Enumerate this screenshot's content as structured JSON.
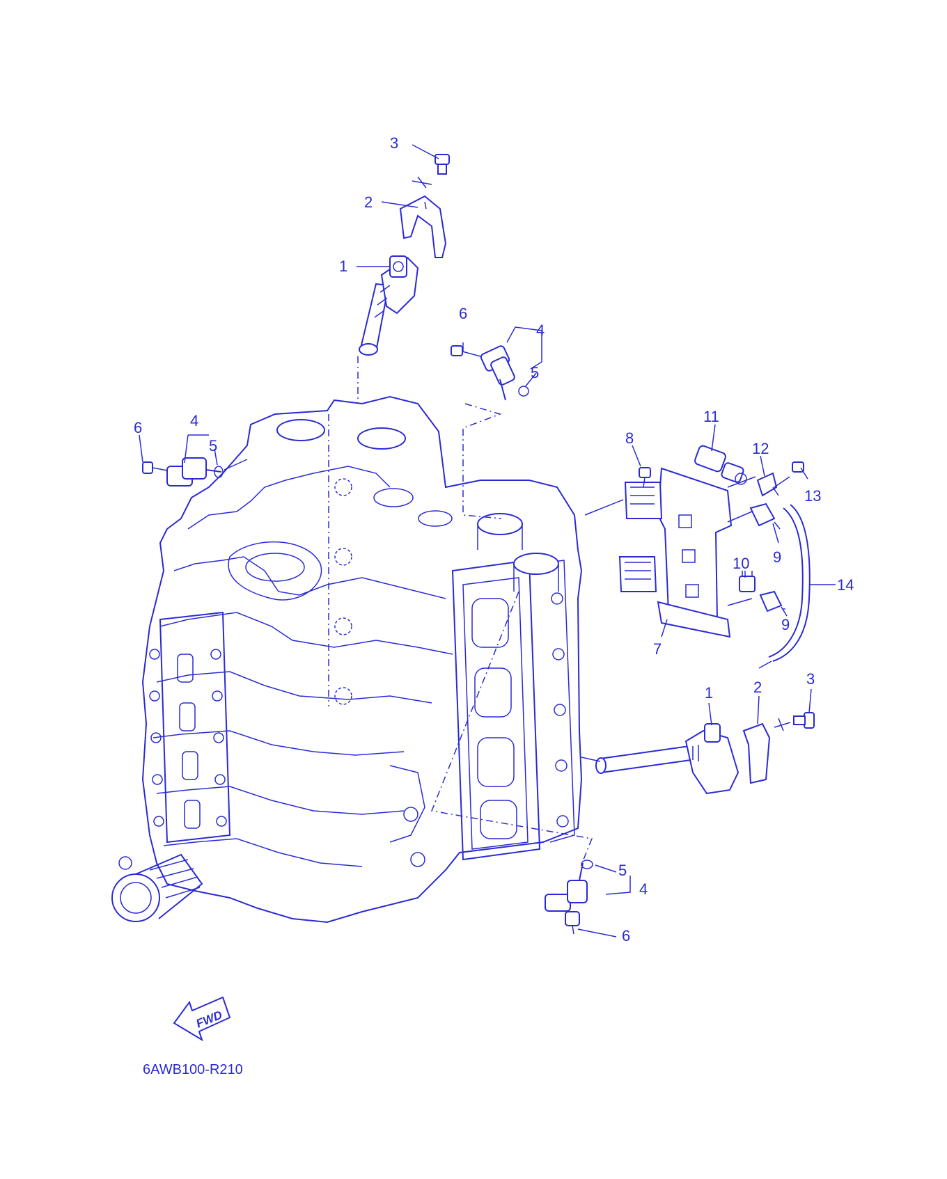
{
  "diagram": {
    "ink_color": "#2a2ad4",
    "background": "#ffffff",
    "callouts": [
      {
        "id": "c-3-top",
        "label": "3"
      },
      {
        "id": "c-2-top",
        "label": "2"
      },
      {
        "id": "c-1-top",
        "label": "1"
      },
      {
        "id": "c-6-mid",
        "label": "6"
      },
      {
        "id": "c-4-mid",
        "label": "4"
      },
      {
        "id": "c-5-mid",
        "label": "5"
      },
      {
        "id": "c-6-left",
        "label": "6"
      },
      {
        "id": "c-4-left",
        "label": "4"
      },
      {
        "id": "c-5-left",
        "label": "5"
      },
      {
        "id": "c-11",
        "label": "11"
      },
      {
        "id": "c-8",
        "label": "8"
      },
      {
        "id": "c-12",
        "label": "12"
      },
      {
        "id": "c-13",
        "label": "13"
      },
      {
        "id": "c-9-upper",
        "label": "9"
      },
      {
        "id": "c-10",
        "label": "10"
      },
      {
        "id": "c-14",
        "label": "14"
      },
      {
        "id": "c-9-lower",
        "label": "9"
      },
      {
        "id": "c-7",
        "label": "7"
      },
      {
        "id": "c-1-right",
        "label": "1"
      },
      {
        "id": "c-2-right",
        "label": "2"
      },
      {
        "id": "c-3-right",
        "label": "3"
      },
      {
        "id": "c-5-bottom",
        "label": "5"
      },
      {
        "id": "c-4-bottom",
        "label": "4"
      },
      {
        "id": "c-6-bottom",
        "label": "6"
      }
    ],
    "fwd_label": "FWD",
    "drawing_code": "6AWB100-R210"
  }
}
